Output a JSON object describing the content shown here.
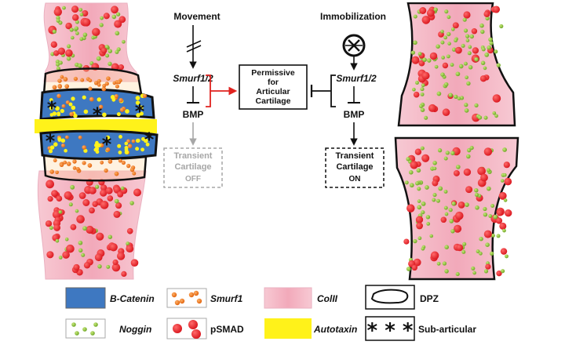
{
  "left_flow": {
    "top_label": "Movement",
    "mid_label": "Smurf1/2",
    "bmp_label": "BMP",
    "bottom_box_lines": [
      "Transient",
      "Cartilage",
      "OFF"
    ]
  },
  "center_box_lines": [
    "Permissive",
    "for",
    "Articular",
    "Cartilage"
  ],
  "right_flow": {
    "top_label": "Immobilization",
    "mid_label": "Smurf1/2",
    "bmp_label": "BMP",
    "bottom_box_lines": [
      "Transient",
      "Cartilage",
      "ON"
    ]
  },
  "legend": {
    "b_catenin": "B-Catenin",
    "smurf1": "Smurf1",
    "col2": "ColII",
    "dpz": "DPZ",
    "noggin": "Noggin",
    "psmad": "pSMAD",
    "autotaxin": "Autotaxin",
    "sub_articular": "Sub-articular",
    "asterisks": "* * *"
  },
  "colors": {
    "pink": "#f4b8c6",
    "red": "#e8202a",
    "green": "#8fc13c",
    "blue": "#3e78c1",
    "orange": "#f07a1c",
    "yellow": "#fff21a",
    "inhibit_red": "#e0221f",
    "gray": "#a7a7a7"
  }
}
